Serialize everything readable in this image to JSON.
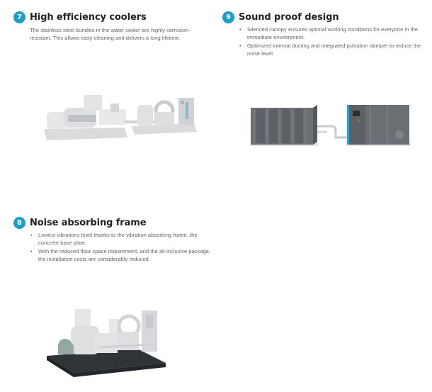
{
  "sections": [
    {
      "number": "7",
      "title": "High efficiency coolers",
      "text": "The stainless steel bundles in the water cooler are highly corrosion-resistant. This allows easy cleaning and delivers a long lifetime."
    },
    {
      "number": "9",
      "title": "Sound proof design",
      "bullets": [
        "Silenced canopy ensures optimal working conditions for everyone in the immediate environment.",
        "Optimized internal ducting and integrated pulsation damper to reduce the noise level."
      ]
    },
    {
      "number": "8",
      "title": "Noise absorbing frame",
      "bullets": [
        "Lowest vibrations level thanks to the vibration absorbing frame, the concrete base plate.",
        "With the reduced floor space requirement, and the all-inclusive package, the installation costs are considerably reduced."
      ]
    }
  ],
  "colors": {
    "badge": "#1a9fc9",
    "canopy": "#5f6469",
    "frame": "#2f3438"
  }
}
